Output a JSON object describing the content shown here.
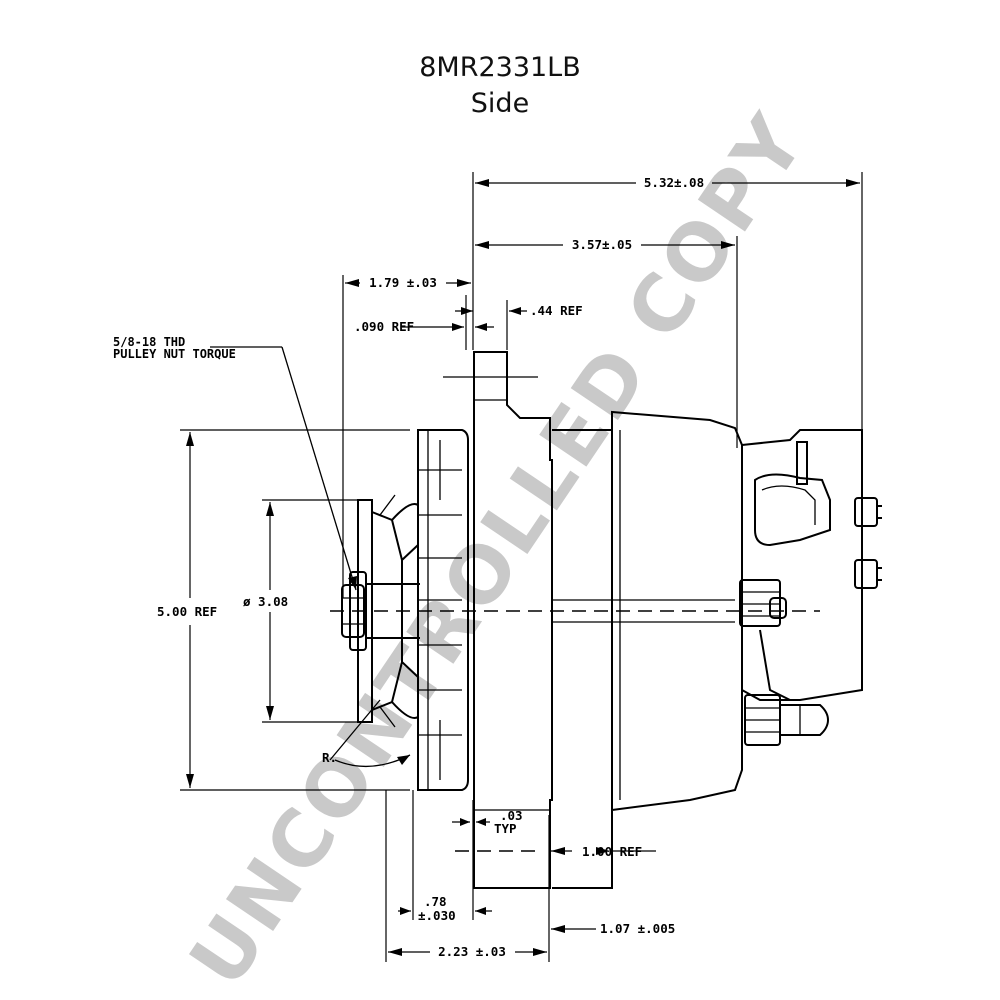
{
  "header": {
    "part_number": "8MR2331LB",
    "view_name": "Side"
  },
  "watermark": "UNCONTROLLED COPY",
  "note": {
    "line1": "5/8-18 THD",
    "line2": "PULLEY NUT TORQUE"
  },
  "dimensions": {
    "overall_length": "5.32±.08",
    "housing_length": "3.57±.05",
    "pulley_offset": "1.79 ±.03",
    "flange_thickness": ".090 REF",
    "flange_step": ".44 REF",
    "fan_diameter": "5.00 REF",
    "pulley_diameter": "ø 3.08",
    "groove_angle": "R.",
    "lip_thickness": ".03",
    "lip_note": "TYP",
    "mount_offset": "1.00 REF",
    "hub_length_value": ".78",
    "hub_length_tol": "±.030",
    "mount_width": "1.07 ±.005",
    "pulley_to_mount": "2.23 ±.03"
  }
}
